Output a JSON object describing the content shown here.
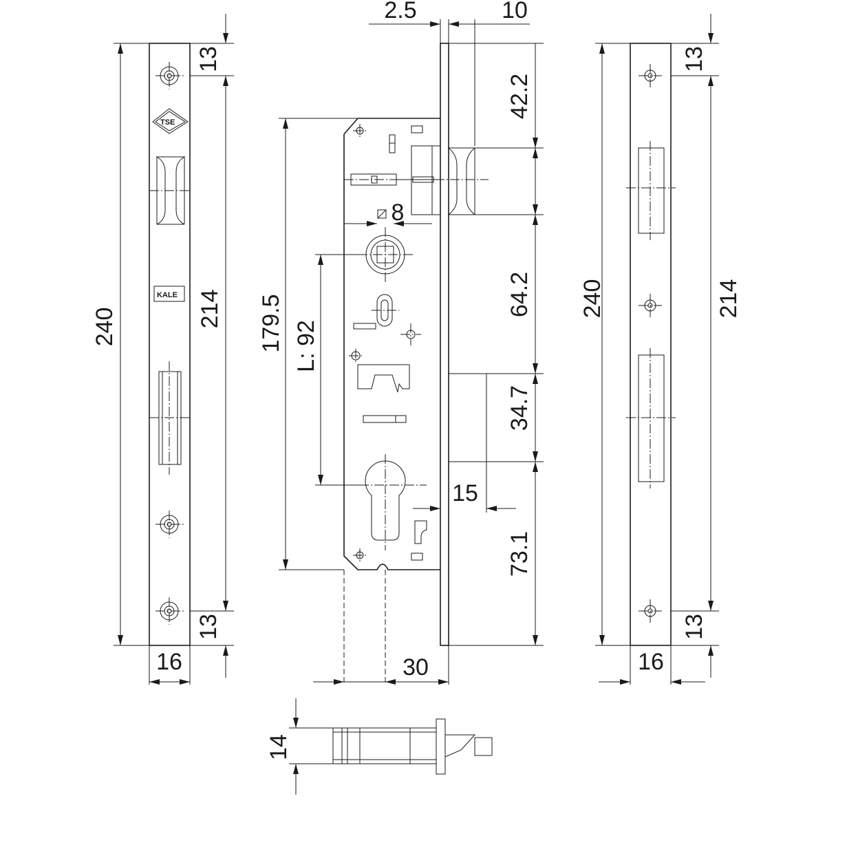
{
  "left_strike": {
    "total_height": "240",
    "hole_spacing": "214",
    "top_offset": "13",
    "bottom_offset": "13",
    "width": "16",
    "mark_tse": "TSE",
    "mark_kale": "KALE"
  },
  "lock_body": {
    "bolt_protrusion_top": "2.5",
    "faceplate_offset": "10",
    "latch_top": "42.2",
    "spindle_square": "8",
    "backset_height": "179.5",
    "center_distance": "L: 92",
    "spindle_to_bolt": "64.2",
    "bolt_height": "34.7",
    "bolt_throw": "15",
    "bolt_to_bottom": "73.1",
    "backset": "30"
  },
  "right_strike": {
    "total_height": "240",
    "hole_spacing": "214",
    "top_offset": "13",
    "bottom_offset": "13",
    "width": "16"
  },
  "bottom_view": {
    "thickness": "14"
  }
}
